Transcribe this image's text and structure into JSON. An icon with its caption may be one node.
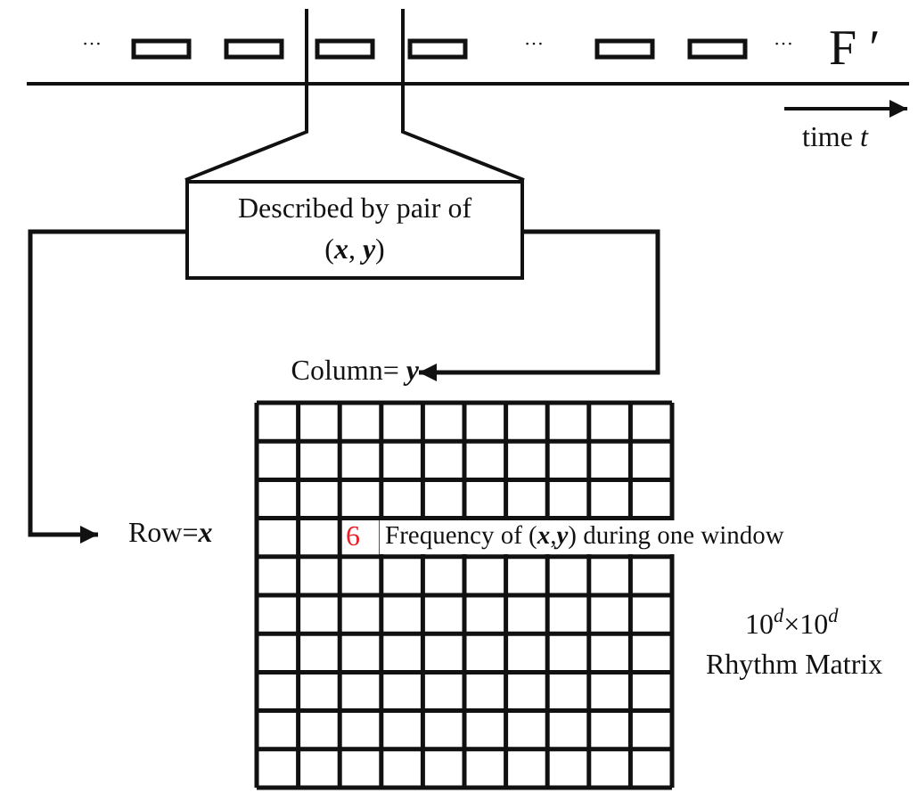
{
  "diagram": {
    "nodes": [
      {
        "text": [
          "Described by pair of (**x**, **y**)"
        ]
      },
      {
        "text": [
          "Column= **y**"
        ]
      },
      {
        "text": [
          "Row=**x**"
        ]
      }
    ],
    "edges": [
      {
        "from": 0,
        "to": 2,
        "arrow": "to"
      },
      {
        "from": 0,
        "to": 1,
        "arrow": "to"
      }
    ],
    "labels": [
      "…",
      "…",
      "…",
      "F ′",
      "time *t*",
      "6",
      "Frequency of (**x**,**y**) during one window",
      "10$^{d}$×10$^{d}$",
      "Rhythm Matrix"
    ]
  }
}
